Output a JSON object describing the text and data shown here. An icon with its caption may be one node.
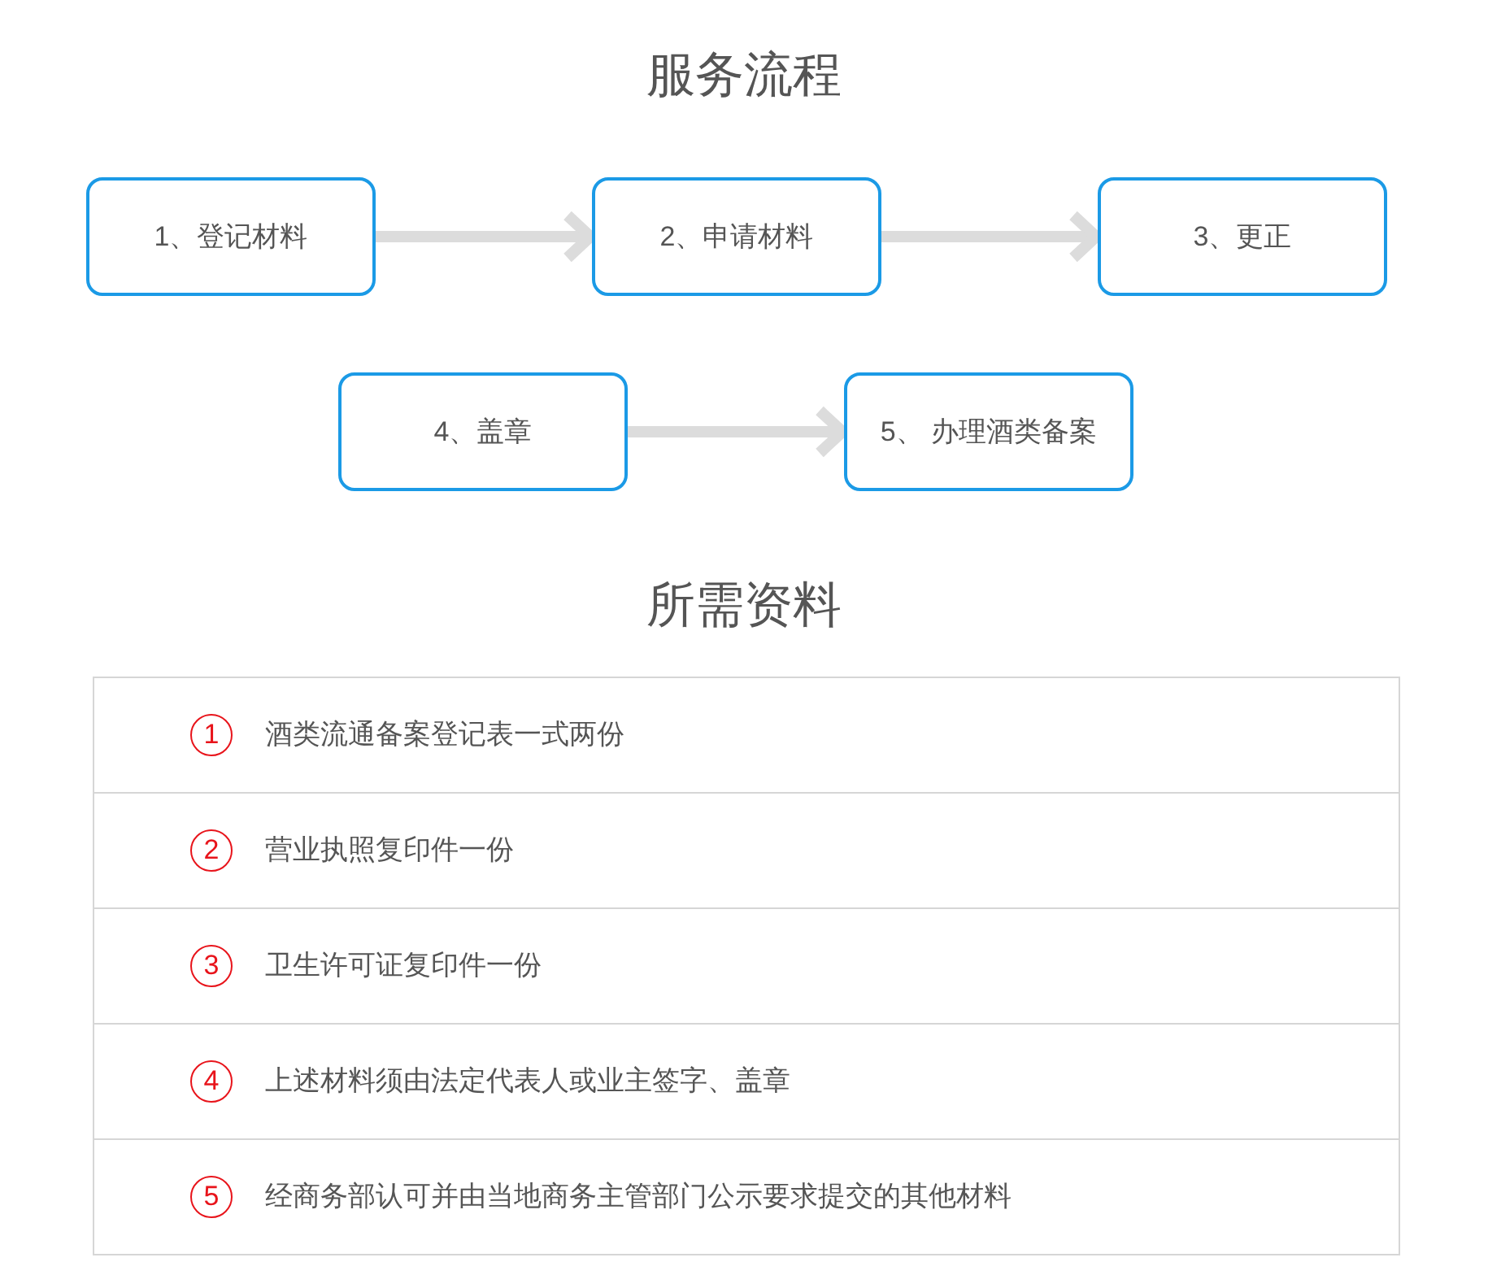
{
  "diagram": {
    "title": "服务流程",
    "nodes": [
      {
        "text": [
          "1、登记材料"
        ]
      },
      {
        "text": [
          "2、申请材料"
        ]
      },
      {
        "text": [
          "3、更正"
        ]
      },
      {
        "text": [
          "4、盖章"
        ]
      },
      {
        "text": [
          "5、 办理酒类备案"
        ]
      }
    ],
    "edges": [
      {
        "from": 0,
        "to": 1,
        "arrow": "to"
      },
      {
        "from": 1,
        "to": 2,
        "arrow": "to"
      },
      {
        "from": 3,
        "to": 4,
        "arrow": "to"
      }
    ],
    "labels": [
      "所需资料",
      "1",
      "酒类流通备案登记表一式两份",
      "2",
      "营业执照复印件一份",
      "3",
      "卫生许可证复印件一份",
      "4",
      "上述材料须由法定代表人或业主签字、盖章",
      "5",
      "经商务部认可并由当地商务主管部门公示要求提交的其他材料"
    ]
  }
}
